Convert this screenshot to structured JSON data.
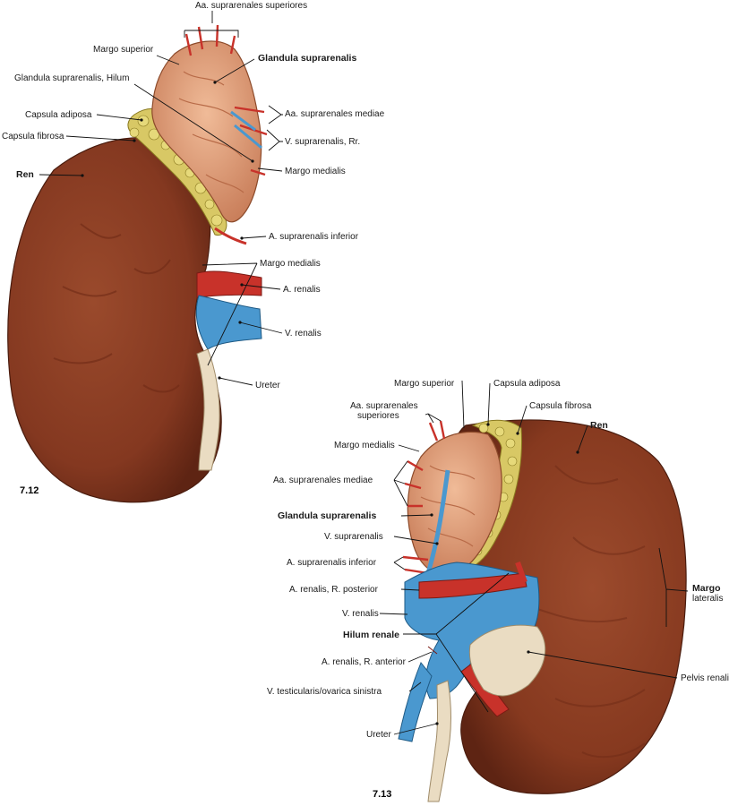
{
  "colors": {
    "kidney": "#8a3c22",
    "kidney_dark": "#5e2413",
    "adrenal": "#e0a27e",
    "fat": "#d9cc6a",
    "artery": "#c8322a",
    "vein": "#4a98cf",
    "ureter": "#eadcc2"
  },
  "figure_12": {
    "number": "7.12",
    "labels": {
      "aa_suprarenales_superiores": "Aa. suprarenales superiores",
      "margo_superior": "Margo superior",
      "glandula_suprarenalis": "Glandula suprarenalis",
      "glandula_hilum": "Glandula suprarenalis, Hilum",
      "capsula_adiposa": "Capsula adiposa",
      "aa_suprarenales_mediae": "Aa. suprarenales mediae",
      "capsula_fibrosa": "Capsula fibrosa",
      "v_suprarenalis_rr": "V. suprarenalis, Rr.",
      "ren": "Ren",
      "margo_medialis_adrenal": "Margo medialis",
      "a_suprarenalis_inferior": "A. suprarenalis inferior",
      "margo_medialis_ren": "Margo medialis",
      "a_renalis": "A. renalis",
      "v_renalis": "V. renalis",
      "ureter": "Ureter"
    }
  },
  "figure_13": {
    "number": "7.13",
    "labels": {
      "margo_superior": "Margo superior",
      "capsula_adiposa": "Capsula adiposa",
      "aa_suprarenales_superiores_1": "Aa. suprarenales",
      "aa_suprarenales_superiores_2": "superiores",
      "capsula_fibrosa": "Capsula fibrosa",
      "ren": "Ren",
      "margo_medialis": "Margo medialis",
      "aa_suprarenales_mediae": "Aa. suprarenales mediae",
      "glandula_suprarenalis": "Glandula suprarenalis",
      "v_suprarenalis": "V. suprarenalis",
      "a_suprarenalis_inferior": "A. suprarenalis inferior",
      "margo_lateralis_1": "Margo",
      "margo_lateralis_2": "lateralis",
      "a_renalis_r_posterior": "A. renalis, R. posterior",
      "v_renalis": "V. renalis",
      "hilum_renale": "Hilum renale",
      "a_renalis_r_anterior": "A. renalis, R. anterior",
      "pelvis_renalis": "Pelvis renalis",
      "v_testicularis": "V. testicularis/ovarica sinistra",
      "ureter": "Ureter"
    }
  }
}
